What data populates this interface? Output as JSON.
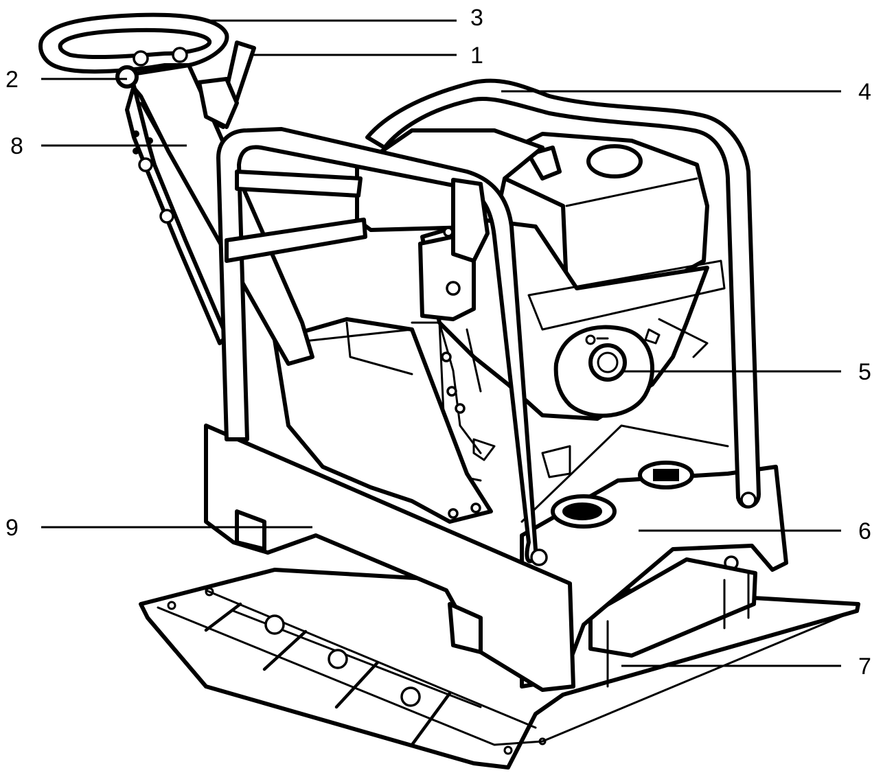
{
  "callouts": [
    {
      "id": "c1",
      "label": "1"
    },
    {
      "id": "c2",
      "label": "2"
    },
    {
      "id": "c3",
      "label": "3"
    },
    {
      "id": "c4",
      "label": "4"
    },
    {
      "id": "c5",
      "label": "5"
    },
    {
      "id": "c6",
      "label": "6"
    },
    {
      "id": "c7",
      "label": "7"
    },
    {
      "id": "c8",
      "label": "8"
    },
    {
      "id": "c9",
      "label": "9"
    }
  ],
  "colors": {
    "line": "#000000",
    "background": "#ffffff"
  }
}
